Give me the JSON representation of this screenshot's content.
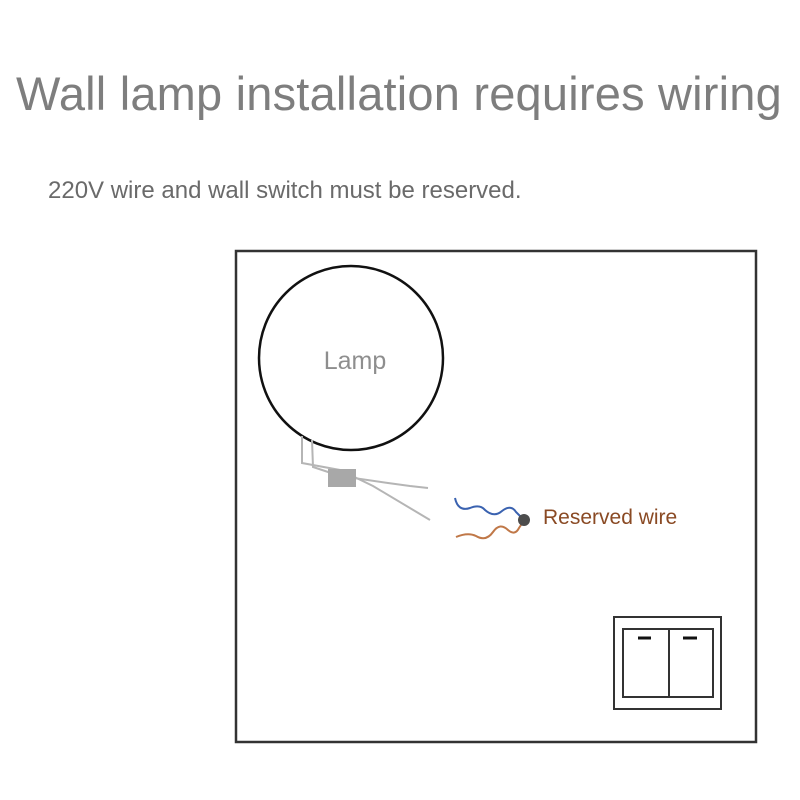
{
  "header": {
    "title": "Wall lamp installation requires wiring",
    "subtitle": "220V wire and wall switch must be reserved."
  },
  "diagram": {
    "lamp_label": "Lamp",
    "reserved_wire_label": "Reserved wire"
  },
  "colors": {
    "title": "#7e7e7e",
    "subtitle": "#6a6a6a",
    "wall_border": "#333333",
    "lamp_wire": "#b5b5b5",
    "connector": "#a8a8a8",
    "live_wire": "#3a62b0",
    "neutral_wire": "#c07848",
    "wire_label": "#8a4a24"
  },
  "icons": {
    "switch": "double-rocker-switch-icon",
    "connector": "wire-connector-block-icon"
  }
}
